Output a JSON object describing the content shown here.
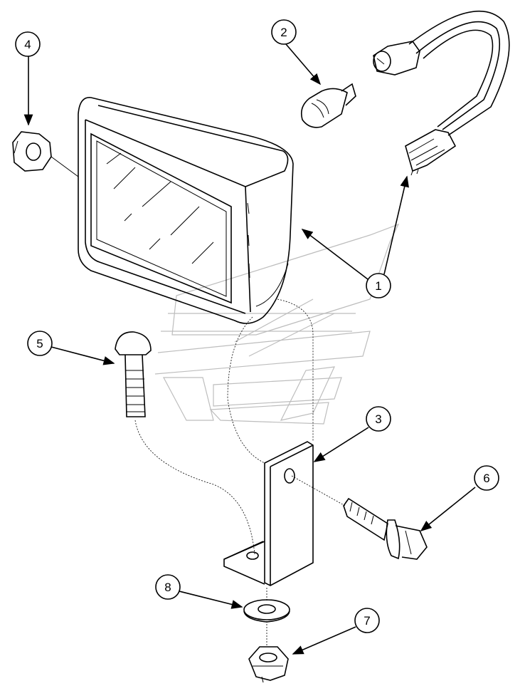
{
  "callouts": [
    {
      "id": "1",
      "label": "1"
    },
    {
      "id": "2",
      "label": "2"
    },
    {
      "id": "3",
      "label": "3"
    },
    {
      "id": "4",
      "label": "4"
    },
    {
      "id": "5",
      "label": "5"
    },
    {
      "id": "6",
      "label": "6"
    },
    {
      "id": "7",
      "label": "7"
    },
    {
      "id": "8",
      "label": "8"
    }
  ],
  "parts": {
    "lamp": "lamp-housing-icon",
    "bulb": "bulb-icon",
    "bracket": "mounting-bracket-icon",
    "grommet": "grommet-icon",
    "bolt": "round-head-bolt-icon",
    "flange_bolt": "flange-bolt-icon",
    "nut": "flange-nut-icon",
    "washer": "washer-icon",
    "harness": "wire-harness-icon"
  },
  "colors": {
    "line": "#000000",
    "watermark": "#bdbdbd",
    "background": "#ffffff"
  }
}
